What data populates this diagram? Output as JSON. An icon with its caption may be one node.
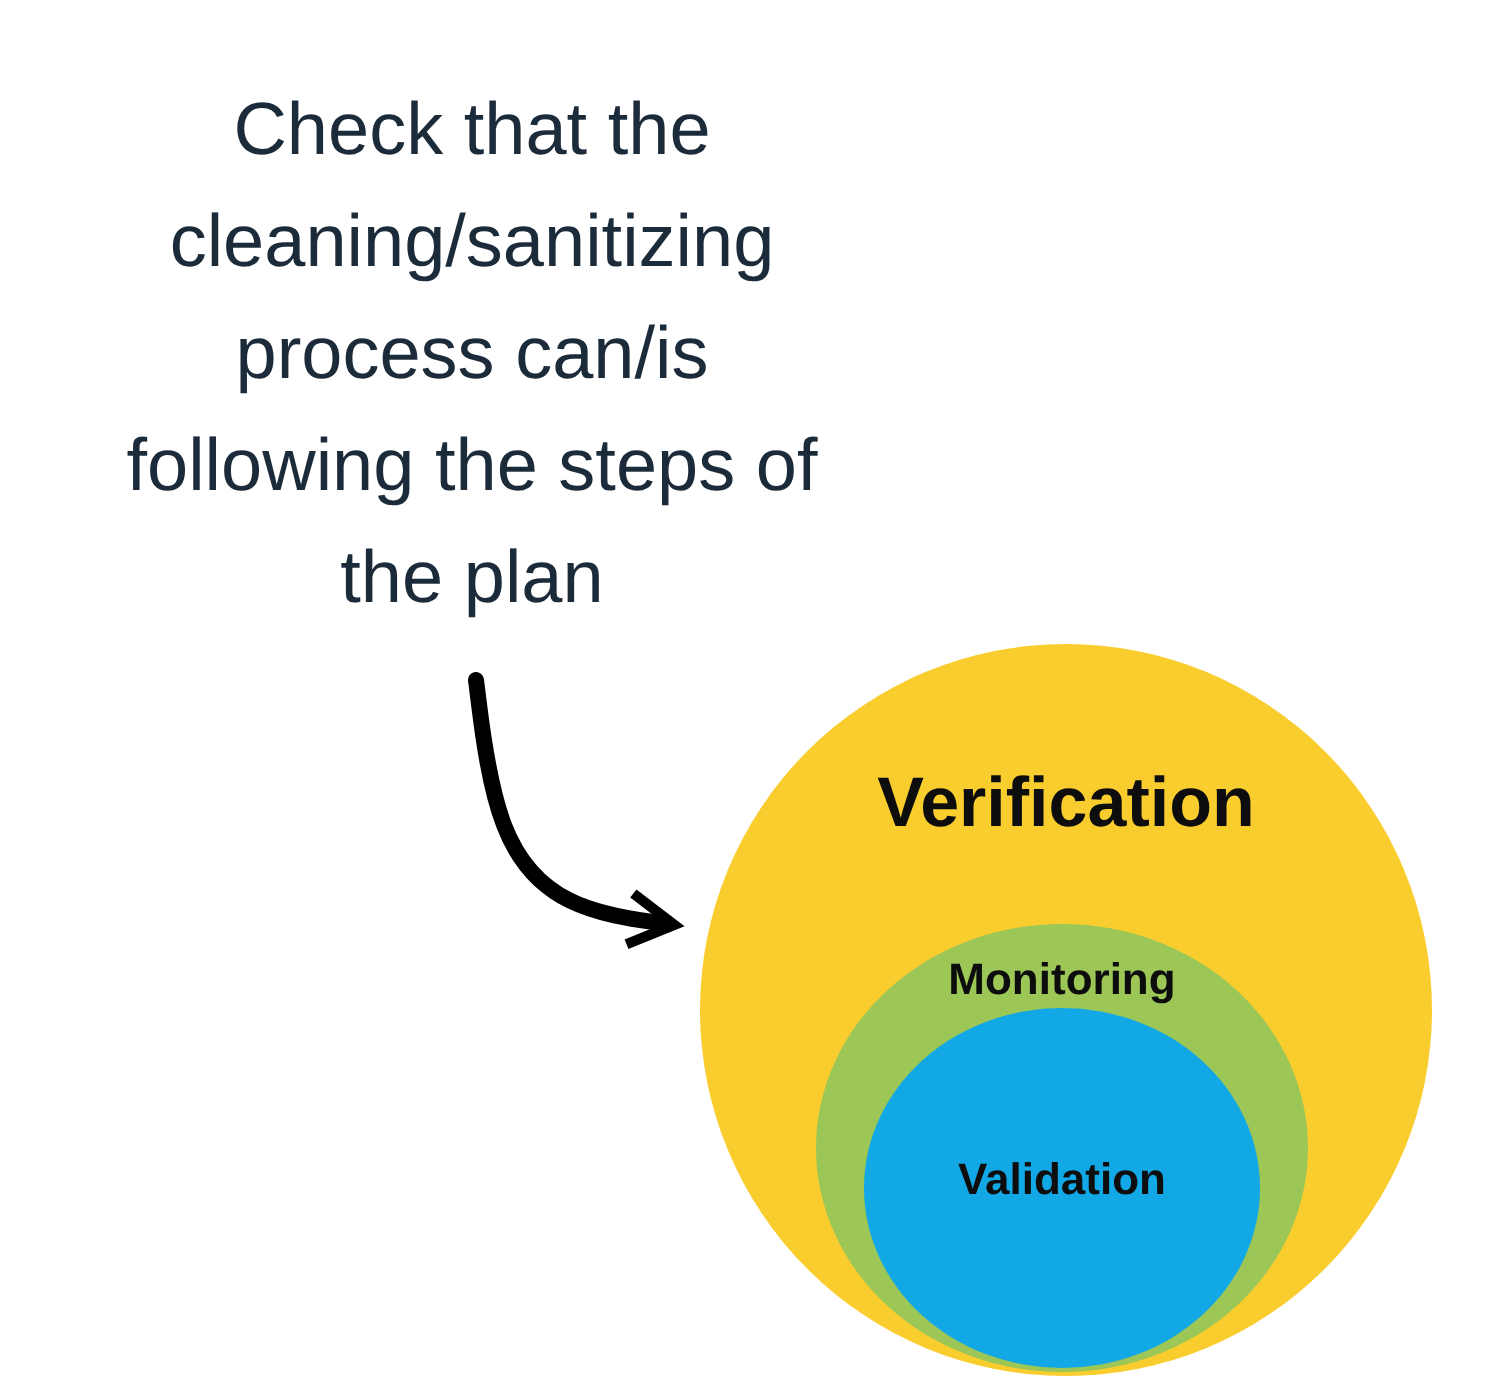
{
  "diagram": {
    "nodes": [
      {
        "text": [
          "Check that the cleaning/sanitizing process can/is following the steps of the plan"
        ]
      },
      {
        "text": [
          "Verification"
        ]
      },
      {
        "text": [
          "Monitoring"
        ],
        "in": 1
      },
      {
        "text": [
          "Validation"
        ],
        "in": 2
      }
    ],
    "edges": [
      {
        "from": 0,
        "to": 1,
        "arrow": "to"
      }
    ]
  }
}
